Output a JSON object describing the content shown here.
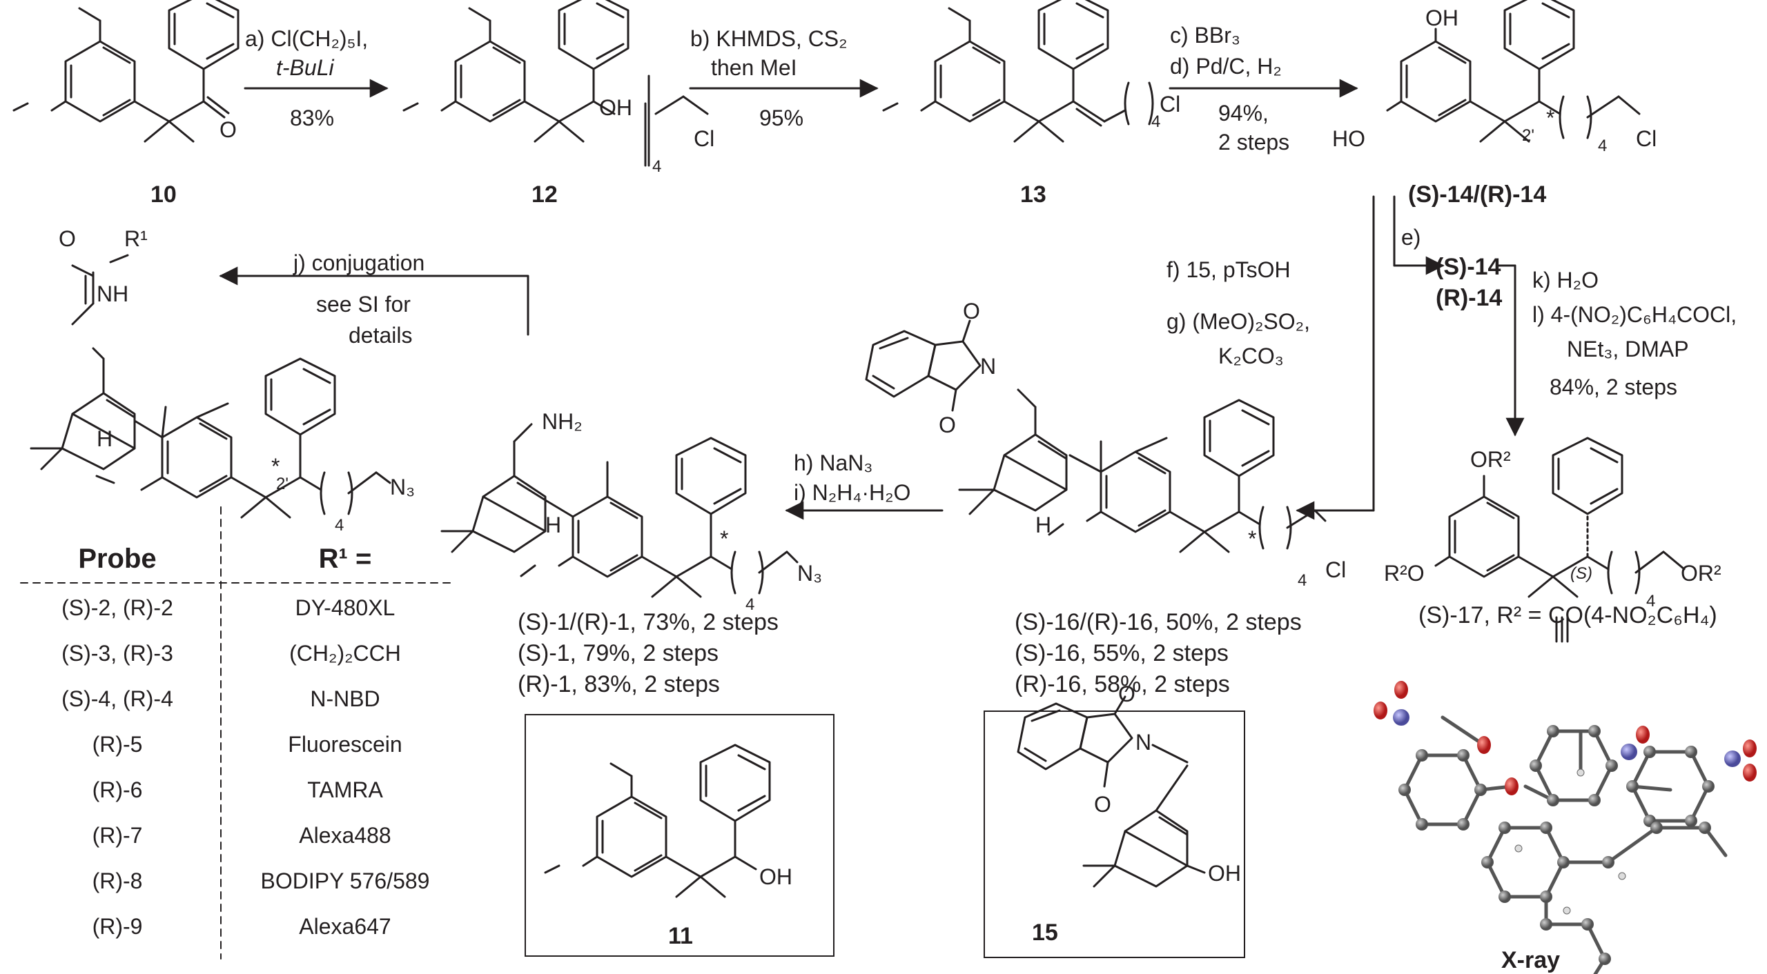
{
  "compounds": {
    "c10": "10",
    "c12": "12",
    "c13": "13",
    "c14": "(S)-14/(R)-14",
    "c11": "11",
    "c15": "15",
    "s14": "(S)-14",
    "r14": "(R)-14",
    "s17": "(S)-17, R² = CO(4-NO₂C₆H₄)"
  },
  "steps": {
    "a_line1": "a) Cl(CH₂)₅I,",
    "a_line2": "t-BuLi",
    "a_yield": "83%",
    "b_line1": "b) KHMDS, CS₂",
    "b_line2": "then MeI",
    "b_yield": "95%",
    "c_line1": "c) BBr₃",
    "d_line1": "d) Pd/C, H₂",
    "cd_yield1": "94%,",
    "cd_yield2": "2 steps",
    "e_line1": "e)",
    "f_line1": "f) 15, pTsOH",
    "g_line1": "g) (MeO)₂SO₂,",
    "g_line2": "K₂CO₃",
    "h_line1": "h) NaN₃",
    "i_line1": "i) N₂H₄·H₂O",
    "j_line1": "j) conjugation",
    "j_line2": "see SI for",
    "j_line3": "details",
    "k_line1": "k) H₂O",
    "l_line1": "l) 4-(NO₂)C₆H₄COCl,",
    "l_line2": "NEt₃, DMAP",
    "kl_yield": "84%, 2 steps"
  },
  "yields": {
    "y16a": "(S)-16/(R)-16, 50%, 2 steps",
    "y16b": "(S)-16, 55%, 2 steps",
    "y16c": "(R)-16, 58%, 2 steps",
    "y1a": "(S)-1/(R)-1, 73%, 2 steps",
    "y1b": "(S)-1, 79%, 2 steps",
    "y1c": "(R)-1, 83%, 2 steps"
  },
  "atoms": {
    "oh": "OH",
    "ho": "HO",
    "cl": "Cl",
    "n3": "N₃",
    "nh2": "NH₂",
    "nh": "NH",
    "o": "O",
    "n": "N",
    "h": "H",
    "star": "*",
    "c2p": "2'",
    "s_label": "(S)",
    "sub4": "4",
    "r1": "R¹",
    "or2": "OR²",
    "r2o": "R²O"
  },
  "table": {
    "header_probe": "Probe",
    "header_r1": "R¹ =",
    "rows": [
      {
        "probe": "(S)-2, (R)-2",
        "r1": "DY-480XL"
      },
      {
        "probe": "(S)-3, (R)-3",
        "r1": "(CH₂)₂CCH"
      },
      {
        "probe": "(S)-4, (R)-4",
        "r1": "N-NBD"
      },
      {
        "probe": "(R)-5",
        "r1": "Fluorescein"
      },
      {
        "probe": "(R)-6",
        "r1": "TAMRA"
      },
      {
        "probe": "(R)-7",
        "r1": "Alexa488"
      },
      {
        "probe": "(R)-8",
        "r1": "BODIPY 576/589"
      },
      {
        "probe": "(R)-9",
        "r1": "Alexa647"
      }
    ]
  },
  "xray_label": "X-ray",
  "colors": {
    "ink": "#231f20",
    "oxygen": "#c8221f",
    "nitrogen": "#5a5aa8",
    "carbon": "#707070"
  }
}
